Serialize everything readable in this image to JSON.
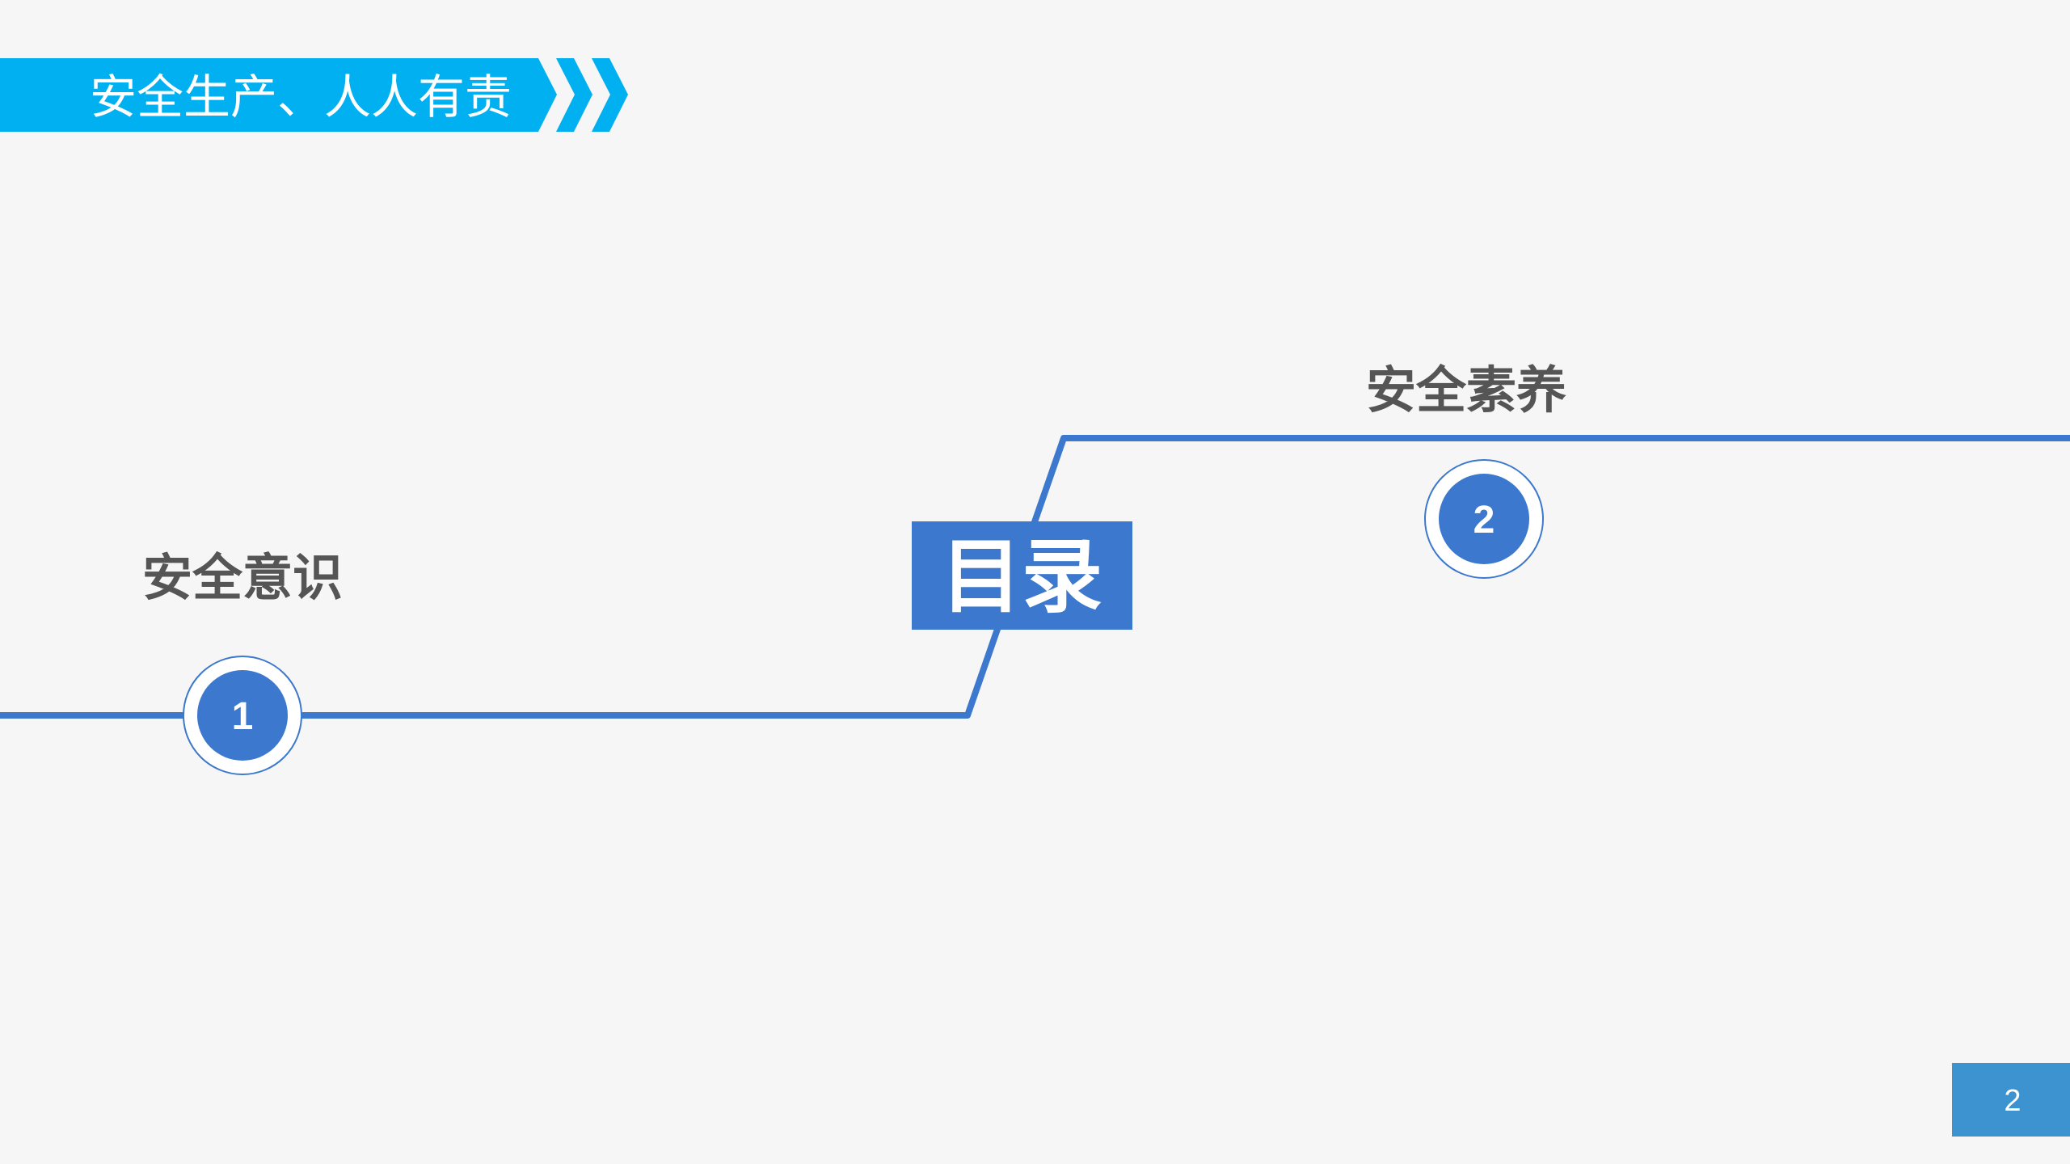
{
  "header": {
    "title": "安全生产、人人有责"
  },
  "toc": {
    "title": "目录"
  },
  "sections": [
    {
      "number": "1",
      "label": "安全意识"
    },
    {
      "number": "2",
      "label": "安全素养"
    }
  ],
  "footer": {
    "page_number": "2"
  },
  "colors": {
    "header": "#00b0f0",
    "accent": "#3c78cd",
    "page_box": "#3c93d0",
    "label": "#555555"
  }
}
